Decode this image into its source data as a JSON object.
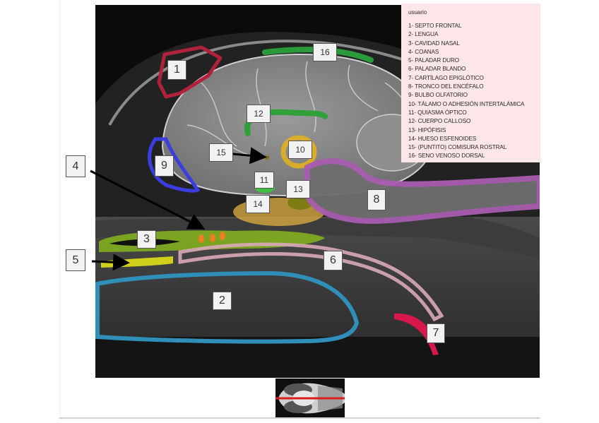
{
  "legend": {
    "title": "usuario",
    "items": [
      "1- SEPTO FRONTAL",
      "2- LENGUA",
      "3- CAVIDAD NASAL",
      "4- COANAS",
      "5- PALADAR DURO",
      "6- PALADAR BLANDO",
      "7- CARTÍLAGO EPIGLÓTICO",
      "8- TRONCO DEL ENCÉFALO",
      "9- BULBO OLFATORIO",
      "10- TÁLAMO O ADHESIÓN INTERTALÁMICA",
      "11- QUIASMA ÓPTICO",
      "12- CUERPO CALLOSO",
      "13- HIPÓFISIS",
      "14- HUESO ESFENOIDES",
      "15- (PUNTITO) COMISURA ROSTRAL",
      "16- SENO VENOSO DORSAL"
    ]
  },
  "labels": {
    "l1": "1",
    "l2": "2",
    "l3": "3",
    "l4": "4",
    "l5": "5",
    "l6": "6",
    "l7": "7",
    "l8": "8",
    "l9": "9",
    "l10": "10",
    "l11": "11",
    "l12": "12",
    "l13": "13",
    "l14": "14",
    "l15": "15",
    "l16": "16"
  },
  "colors": {
    "septo_frontal": "#b0213a",
    "lengua": "#2f8fb8",
    "cavidad_nasal": "#7fae1e",
    "coanas": "#f07d20",
    "paladar_duro": "#d8d81a",
    "paladar_blando": "#d9a9b9",
    "cartilago_epiglotico": "#d8184c",
    "tronco_encefalo": "#a85cb0",
    "bulbo_olfatorio": "#3a3ee0",
    "talamo": "#e0b020",
    "quiasma": "#3cc83c",
    "cuerpo_calloso": "#2fa03a",
    "hipofisis": "#7a7a10",
    "esfenoides": "#e0b040",
    "comisura_rostral": "#8a6a10",
    "seno_venoso": "#2a9a3a",
    "legend_bg": "#fce6e8"
  },
  "thumbnail": {
    "description": "axial reference slice with red line",
    "line_color": "#d62020"
  }
}
